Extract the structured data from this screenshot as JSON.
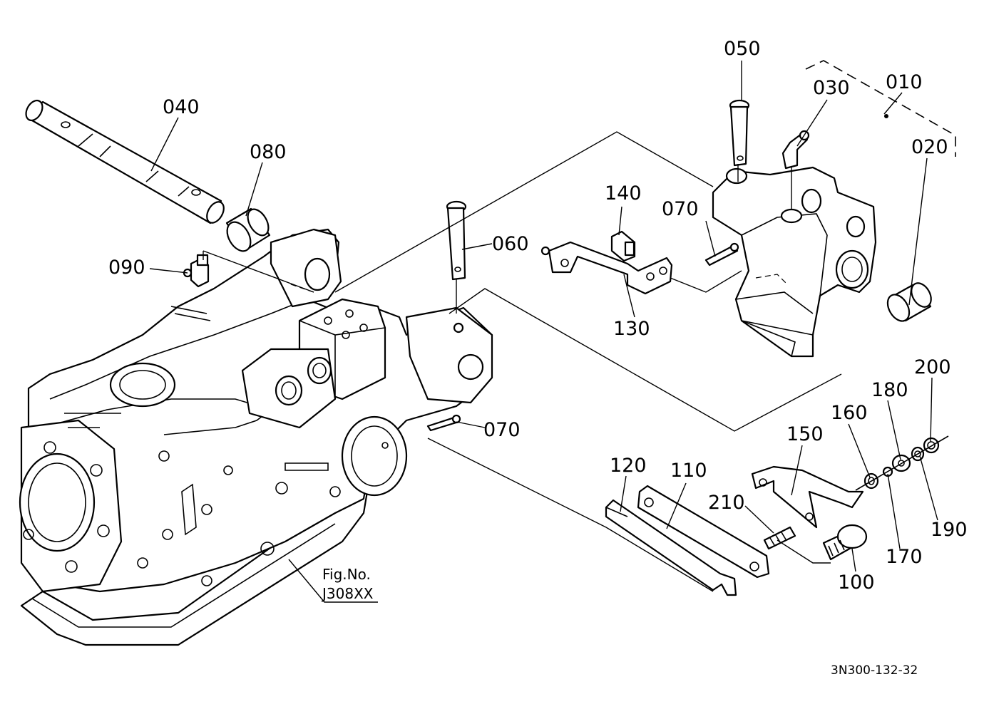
{
  "callouts": {
    "c010": "010",
    "c020": "020",
    "c030": "030",
    "c040": "040",
    "c050": "050",
    "c060": "060",
    "c070a": "070",
    "c070b": "070",
    "c080": "080",
    "c090": "090",
    "c100": "100",
    "c110": "110",
    "c120": "120",
    "c130": "130",
    "c140": "140",
    "c150": "150",
    "c160": "160",
    "c170": "170",
    "c180": "180",
    "c190": "190",
    "c200": "200",
    "c210": "210"
  },
  "figure_ref": {
    "line1": "Fig.No.",
    "line2": "J308XX"
  },
  "drawing_number": "3N300-132-32"
}
